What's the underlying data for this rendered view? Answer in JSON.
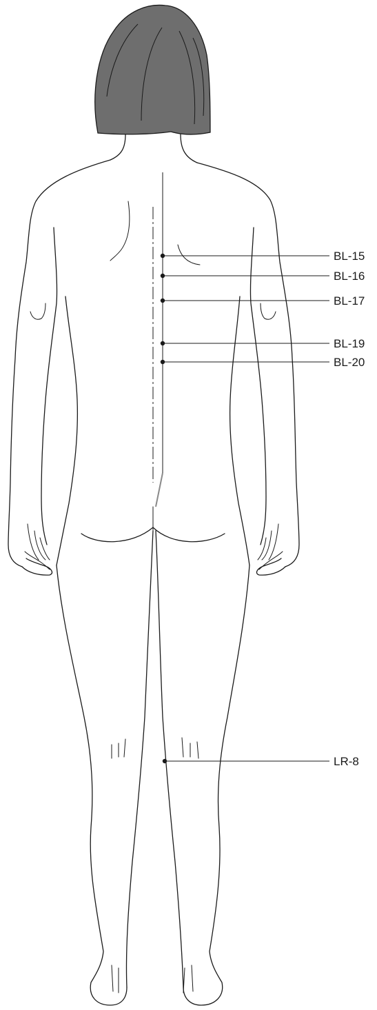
{
  "figure": {
    "colors": {
      "hair": "#6e6e6e",
      "ink": "#1a1a1a"
    },
    "points": [
      {
        "id": "bl15",
        "label": "BL-15"
      },
      {
        "id": "bl16",
        "label": "BL-16"
      },
      {
        "id": "bl17",
        "label": "BL-17"
      },
      {
        "id": "bl19",
        "label": "BL-19"
      },
      {
        "id": "bl20",
        "label": "BL-20"
      },
      {
        "id": "lr8",
        "label": "LR-8"
      }
    ]
  }
}
